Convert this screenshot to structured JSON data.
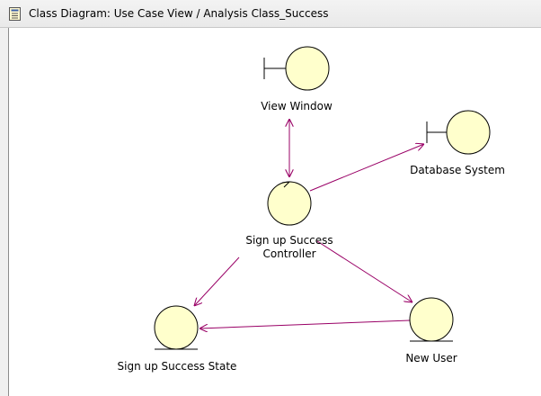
{
  "window": {
    "title": "Class Diagram: Use Case View / Analysis Class_Success",
    "title_icon": "diagram-icon"
  },
  "diagram": {
    "type": "UML robustness (analysis class) diagram",
    "elements": [
      {
        "id": "view-window",
        "stereotype": "boundary",
        "label": "View Window"
      },
      {
        "id": "database-system",
        "stereotype": "boundary",
        "label": "Database System"
      },
      {
        "id": "signup-controller",
        "stereotype": "control",
        "label_line1": "Sign up Success",
        "label_line2": "Controller"
      },
      {
        "id": "signup-state",
        "stereotype": "entity",
        "label": "Sign up Success State"
      },
      {
        "id": "new-user",
        "stereotype": "entity",
        "label": "New User"
      }
    ],
    "associations": [
      {
        "from": "signup-controller",
        "to": "view-window",
        "navigability": "bidirectional"
      },
      {
        "from": "signup-controller",
        "to": "database-system",
        "navigability": "to-target"
      },
      {
        "from": "signup-controller",
        "to": "signup-state",
        "navigability": "to-target"
      },
      {
        "from": "signup-controller",
        "to": "new-user",
        "navigability": "to-target"
      },
      {
        "from": "new-user",
        "to": "signup-state",
        "navigability": "to-target"
      }
    ],
    "colors": {
      "shape_fill": "#ffffcc",
      "shape_stroke": "#000000",
      "association_line": "#990066"
    }
  }
}
